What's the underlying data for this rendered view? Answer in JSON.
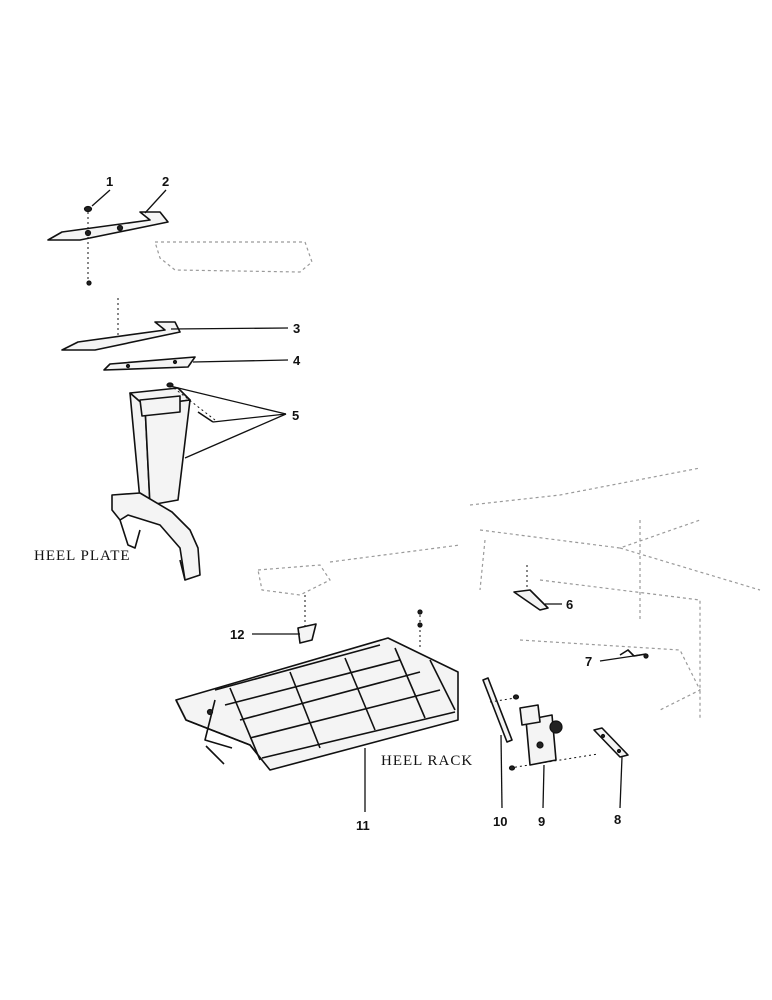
{
  "captions": {
    "heel_plate": "HEEL PLATE",
    "heel_rack": "HEEL RACK"
  },
  "callouts": [
    "1",
    "2",
    "3",
    "4",
    "5",
    "6",
    "7",
    "8",
    "9",
    "10",
    "11",
    "12"
  ]
}
